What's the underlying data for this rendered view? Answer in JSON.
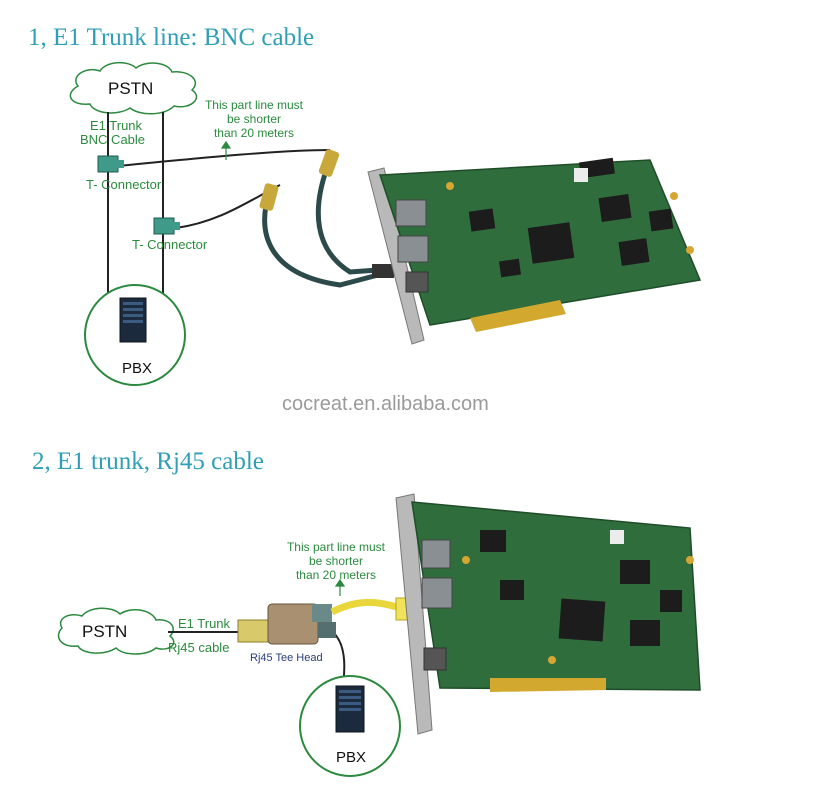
{
  "section1": {
    "title": "1, E1 Trunk line: BNC cable",
    "cloud_label": "PSTN",
    "cable_label_line1": "E1 Trunk",
    "cable_label_line2": "BNC Cable",
    "connector_label_1": "T- Connector",
    "connector_label_2": "T- Connector",
    "note_line1": "This part line must",
    "note_line2": "be shorter",
    "note_line3": "than 20 meters",
    "pbx_label": "PBX"
  },
  "watermark": "cocreat.en.alibaba.com",
  "section2": {
    "title": "2, E1 trunk, Rj45 cable",
    "cloud_label": "PSTN",
    "cable_label_line1": "E1 Trunk",
    "cable_label_line2": "Rj45 cable",
    "tee_label": "Rj45 Tee Head",
    "note_line1": "This part line must",
    "note_line2": "be shorter",
    "note_line3": "than 20 meters",
    "pbx_label": "PBX"
  },
  "colors": {
    "title": "#2e9fb7",
    "label_green": "#2b8a3e",
    "board_green": "#2f6e3c",
    "cable": "#222222",
    "rj45_yellow": "#e8d63a",
    "watermark": "#9a9a9a"
  }
}
